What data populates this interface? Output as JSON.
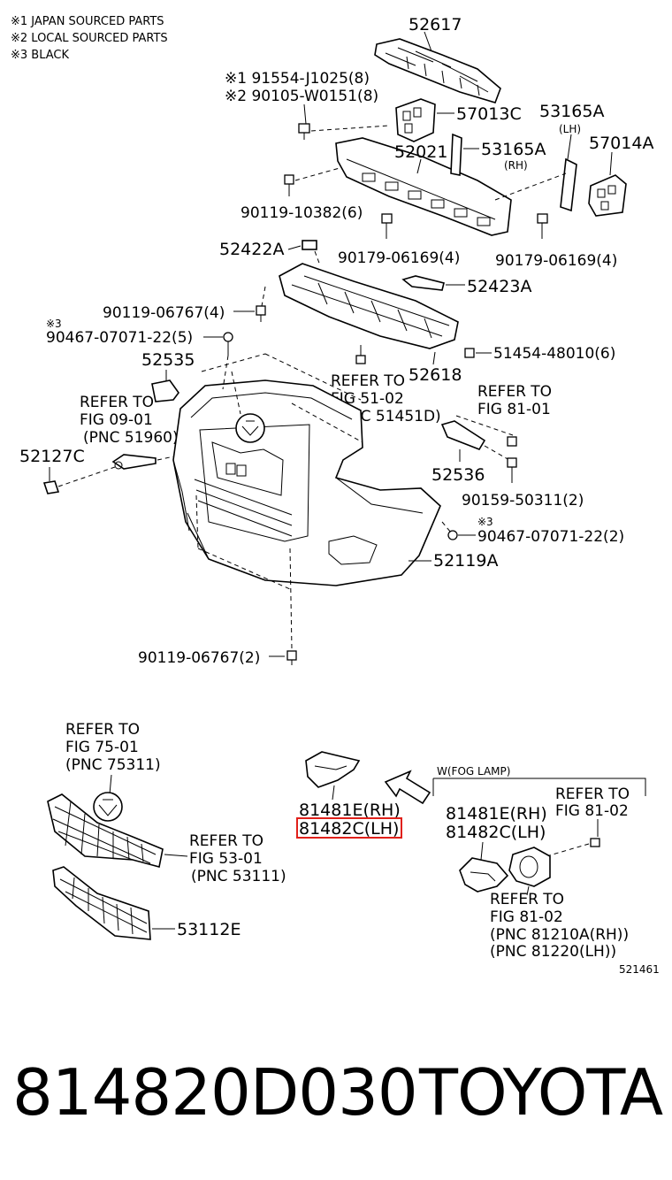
{
  "notes": [
    "※1 JAPAN SOURCED PARTS",
    "※2 LOCAL SOURCED PARTS",
    "※3 BLACK"
  ],
  "labels": {
    "l52617": "52617",
    "l91554": "※1 91554-J1025(8)",
    "l90105": "※2 90105-W0151(8)",
    "l57013c": "57013C",
    "l53165a_lh": "53165A",
    "lh_tag1": "(LH)",
    "l52021": "52021",
    "l53165a_rh": "53165A",
    "rh_tag1": "(RH)",
    "l57014a": "57014A",
    "l90119_10382": "90119-10382(6)",
    "l52422a": "52422A",
    "l90179_a": "90179-06169(4)",
    "l90179_b": "90179-06169(4)",
    "l52423a": "52423A",
    "l90119_06767_a": "90119-06767(4)",
    "mark3_a": "※3",
    "l90467_a": "90467-07071-22(5)",
    "l52535": "52535",
    "l51454": "51454-48010(6)",
    "l52618": "52618",
    "l52127c": "52127C",
    "l52536": "52536",
    "l90159": "90159-50311(2)",
    "mark3_b": "※3",
    "l90467_b": "90467-07071-22(2)",
    "l52119a": "52119A",
    "l90119_06767_b": "90119-06767(2)",
    "l81481e_a": "81481E(RH)",
    "l81482c_a": "81482C(LH)",
    "l81481e_b": "81481E(RH)",
    "l81482c_b": "81482C(LH)",
    "fog_lamp": "W(FOG LAMP)",
    "l53112e": "53112E",
    "fig_code": "521461"
  },
  "refs": {
    "fig51": [
      "REFER TO",
      "FIG 51-02",
      "(PNC 51451D)"
    ],
    "fig09": [
      "REFER TO",
      "FIG 09-01",
      "(PNC 51960)"
    ],
    "fig81a": [
      "REFER TO",
      "FIG 81-01"
    ],
    "fig75": [
      "REFER TO",
      "FIG 75-01",
      "(PNC 75311)"
    ],
    "fig81b": [
      "REFER TO",
      "FIG 81-02"
    ],
    "fig53": [
      "REFER TO",
      "FIG 53-01",
      "(PNC 53111)"
    ],
    "fig81c": [
      "REFER TO",
      "FIG 81-02",
      "(PNC 81210A(RH))",
      "(PNC 81220(LH))"
    ]
  },
  "highlight_color": "#e0201a",
  "footer": {
    "part_number": "814820D030",
    "brand": "TOYOTA"
  }
}
